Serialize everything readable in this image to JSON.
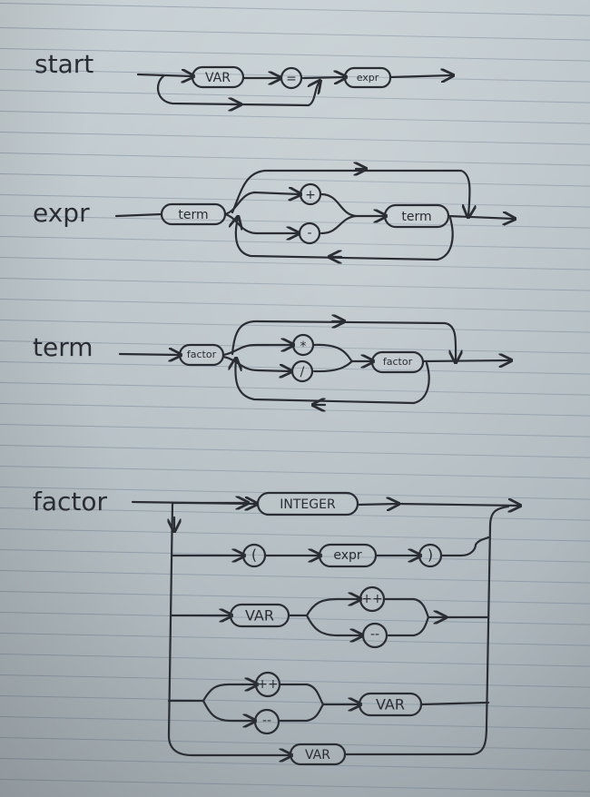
{
  "rules": {
    "start": {
      "name": "start",
      "var": "VAR",
      "equals": "=",
      "expr": "expr"
    },
    "expr": {
      "name": "expr",
      "term_first": "term",
      "plus": "+",
      "minus": "-",
      "term_second": "term"
    },
    "term": {
      "name": "term",
      "factor_first": "factor",
      "times": "*",
      "divide": "/",
      "factor_second": "factor"
    },
    "factor": {
      "name": "factor",
      "integer": "INTEGER",
      "lparen": "(",
      "expr": "expr",
      "rparen": ")",
      "var_postfix": "VAR",
      "incr_postfix": "++",
      "decr_postfix": "--",
      "incr_prefix": "++",
      "decr_prefix": "--",
      "var_prefix": "VAR",
      "var_plain": "VAR"
    }
  },
  "ink_color": "#2a2d33"
}
